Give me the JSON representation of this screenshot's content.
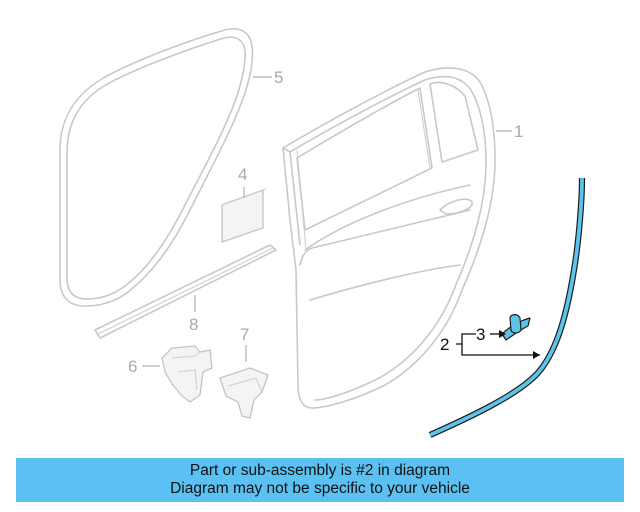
{
  "callouts": {
    "c1": "1",
    "c2": "2",
    "c3": "3",
    "c4": "4",
    "c5": "5",
    "c6": "6",
    "c7": "7",
    "c8": "8"
  },
  "banner": {
    "line1": "Part or sub-assembly is #2 in diagram",
    "line2": "Diagram may not be specific to your vehicle"
  },
  "colors": {
    "highlight": "#5cc3ea",
    "banner_bg": "#5bc0f2",
    "ghost_lines": "#c8c8c8"
  }
}
